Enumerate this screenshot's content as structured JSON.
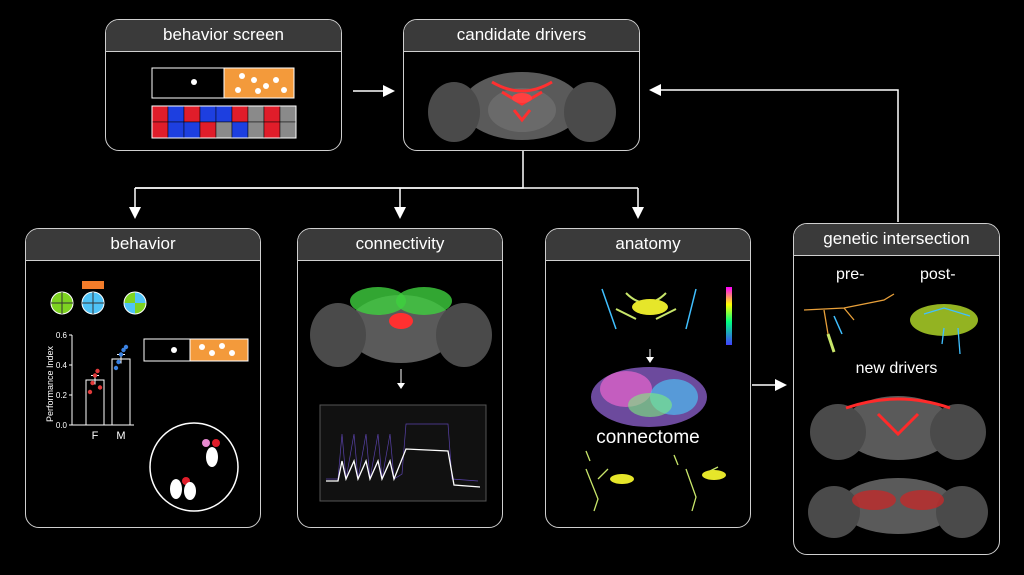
{
  "panels": {
    "behavior_screen": "behavior screen",
    "candidate_drivers": "candidate drivers",
    "behavior": "behavior",
    "connectivity": "connectivity",
    "anatomy": "anatomy",
    "genetic_intersection": "genetic intersection"
  },
  "behavior_chart": {
    "type": "bar",
    "ylabel": "Performance Index",
    "categories": [
      "F",
      "M"
    ],
    "values": [
      0.3,
      0.44
    ],
    "errors": [
      0.03,
      0.03
    ],
    "ylim": [
      0,
      0.6
    ],
    "yticks": [
      "0.0",
      "0.2",
      "0.4",
      "0.6"
    ],
    "points": [
      [
        0.22,
        0.28,
        0.33,
        0.36,
        0.25
      ],
      [
        0.38,
        0.42,
        0.47,
        0.5,
        0.52
      ]
    ],
    "colors": [
      "#e23b3b",
      "#3b82e2"
    ]
  },
  "anatomy": {
    "label": "connectome"
  },
  "genetic": {
    "pre": "pre-",
    "post": "post-",
    "new_drivers": "new drivers"
  },
  "screen_grid": {
    "rows": [
      [
        "red",
        "blue",
        "red",
        "blue",
        "blue",
        "red",
        "gray",
        "red",
        "gray"
      ],
      [
        "red",
        "blue",
        "blue",
        "red",
        "gray",
        "blue",
        "gray",
        "red",
        "gray"
      ]
    ],
    "colors": {
      "red": "#e01d2a",
      "blue": "#1d3fe0",
      "gray": "#8a8a8a"
    }
  }
}
